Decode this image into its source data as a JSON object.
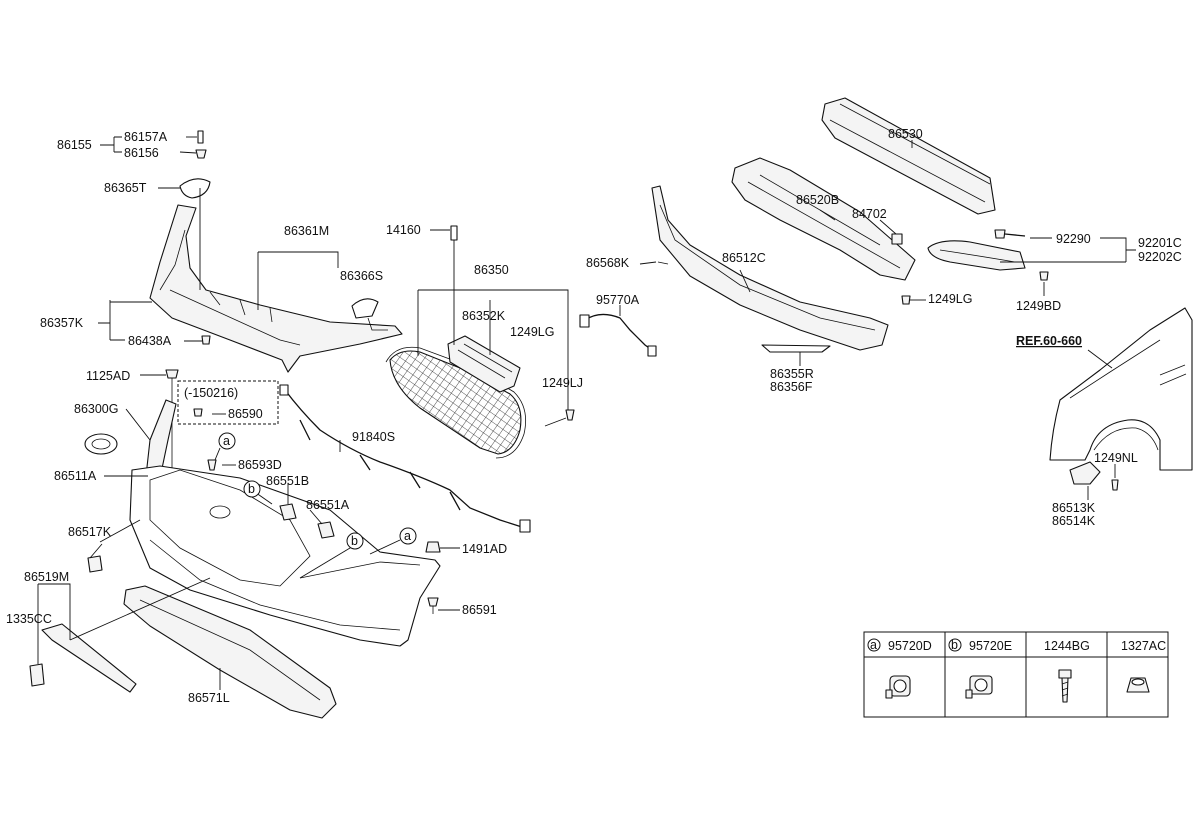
{
  "labels": {
    "p86157A": "86157A",
    "p86155": "86155",
    "p86156": "86156",
    "p86365T": "86365T",
    "p86361M": "86361M",
    "p86366S": "86366S",
    "p86357K": "86357K",
    "p86438A": "86438A",
    "p14160": "14160",
    "p86350": "86350",
    "p86352K": "86352K",
    "p1249LG_a": "1249LG",
    "p1249LJ": "1249LJ",
    "p95770A": "95770A",
    "p86568K": "86568K",
    "p86512C": "86512C",
    "p86520B": "86520B",
    "p86530": "86530",
    "p84702": "84702",
    "p92290": "92290",
    "p92201C": "92201C",
    "p92202C": "92202C",
    "p1249BD": "1249BD",
    "p1249LG_b": "1249LG",
    "p86355R": "86355R",
    "p86356F": "86356F",
    "pREF": "REF.60-660",
    "p1125AD": "1125AD",
    "p150216": "(-150216)",
    "p86590": "86590",
    "p86300G": "86300G",
    "p86511A": "86511A",
    "p86593D": "86593D",
    "p86551B": "86551B",
    "p86551A": "86551A",
    "p91840S": "91840S",
    "p86517K": "86517K",
    "p1491AD": "1491AD",
    "p86519M": "86519M",
    "p1335CC": "1335CC",
    "p86591": "86591",
    "p86571L": "86571L",
    "p1249NL": "1249NL",
    "p86513K": "86513K",
    "p86514K": "86514K"
  },
  "callouts": {
    "a": "a",
    "b": "b"
  },
  "legend_table": {
    "columns": [
      {
        "marker": "a",
        "code": "95720D"
      },
      {
        "marker": "b",
        "code": "95720E"
      },
      {
        "marker": "",
        "code": "1244BG"
      },
      {
        "marker": "",
        "code": "1327AC"
      }
    ]
  },
  "icons": [
    "sensor-icon",
    "sensor-bracket-icon",
    "bolt-icon",
    "nut-icon"
  ]
}
